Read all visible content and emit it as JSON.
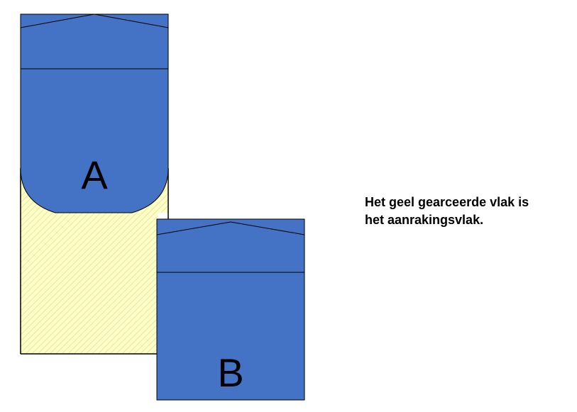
{
  "diagram": {
    "block_a_label": "A",
    "block_b_label": "B"
  },
  "caption": {
    "line1": "Het geel gearceerde vlak is",
    "line2": "het aanrakingsvlak."
  },
  "colors": {
    "block_fill": "#4472C4",
    "contact_area_fill": "#FFFFC8",
    "contact_hatch": "#E8E6A0",
    "outline": "#000000"
  }
}
